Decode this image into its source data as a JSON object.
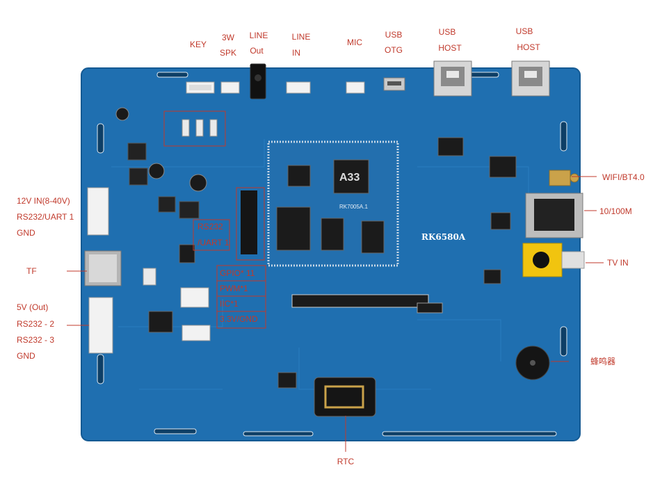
{
  "colors": {
    "board": "#1f6fb0",
    "board_dark": "#174f86",
    "label": "#c0392b",
    "chip": "#1b1b1b",
    "connector": "#f2f2f2",
    "metal": "#c9c9c9",
    "tv_port": "#f1c40f",
    "rtc_gold": "#caa24a"
  },
  "board": {
    "model": "RK6580A",
    "cpu_name": "A33",
    "module_name": "RK7005A.1",
    "chip_marks": [
      "RK7005A.1",
      "A33"
    ]
  },
  "labels": {
    "key": "KEY",
    "spk_1": "3W",
    "spk_2": "SPK",
    "line_out_1": "LINE",
    "line_out_2": "Out",
    "line_in_1": "LINE",
    "line_in_2": "IN",
    "mic": "MIC",
    "usb_otg_1": "USB",
    "usb_otg_2": "OTG",
    "usb_host1_1": "USB",
    "usb_host1_2": "HOST",
    "usb_host2_1": "USB",
    "usb_host2_2": "HOST",
    "power_in": "12V IN(8-40V)",
    "rs232_uart1": "RS232/UART 1",
    "gnd_top": "GND",
    "tf": "TF",
    "v5_out": "5V (Out)",
    "rs232_2": "RS232 - 2",
    "rs232_3": "RS232 - 3",
    "gnd_bottom": "GND",
    "wifi": "WIFI/BT4.0",
    "ethernet": "10/100M",
    "tv_in": "TV IN",
    "buzzer": "蜂鸣器",
    "rtc": "RTC",
    "box_rs232": "RS232",
    "box_uart1": "/UART 1",
    "box_gpio": "GPIO* 11",
    "box_pwm": "PWM*1",
    "box_iic": "IIC*1",
    "box_power": "3.3V/GND"
  }
}
